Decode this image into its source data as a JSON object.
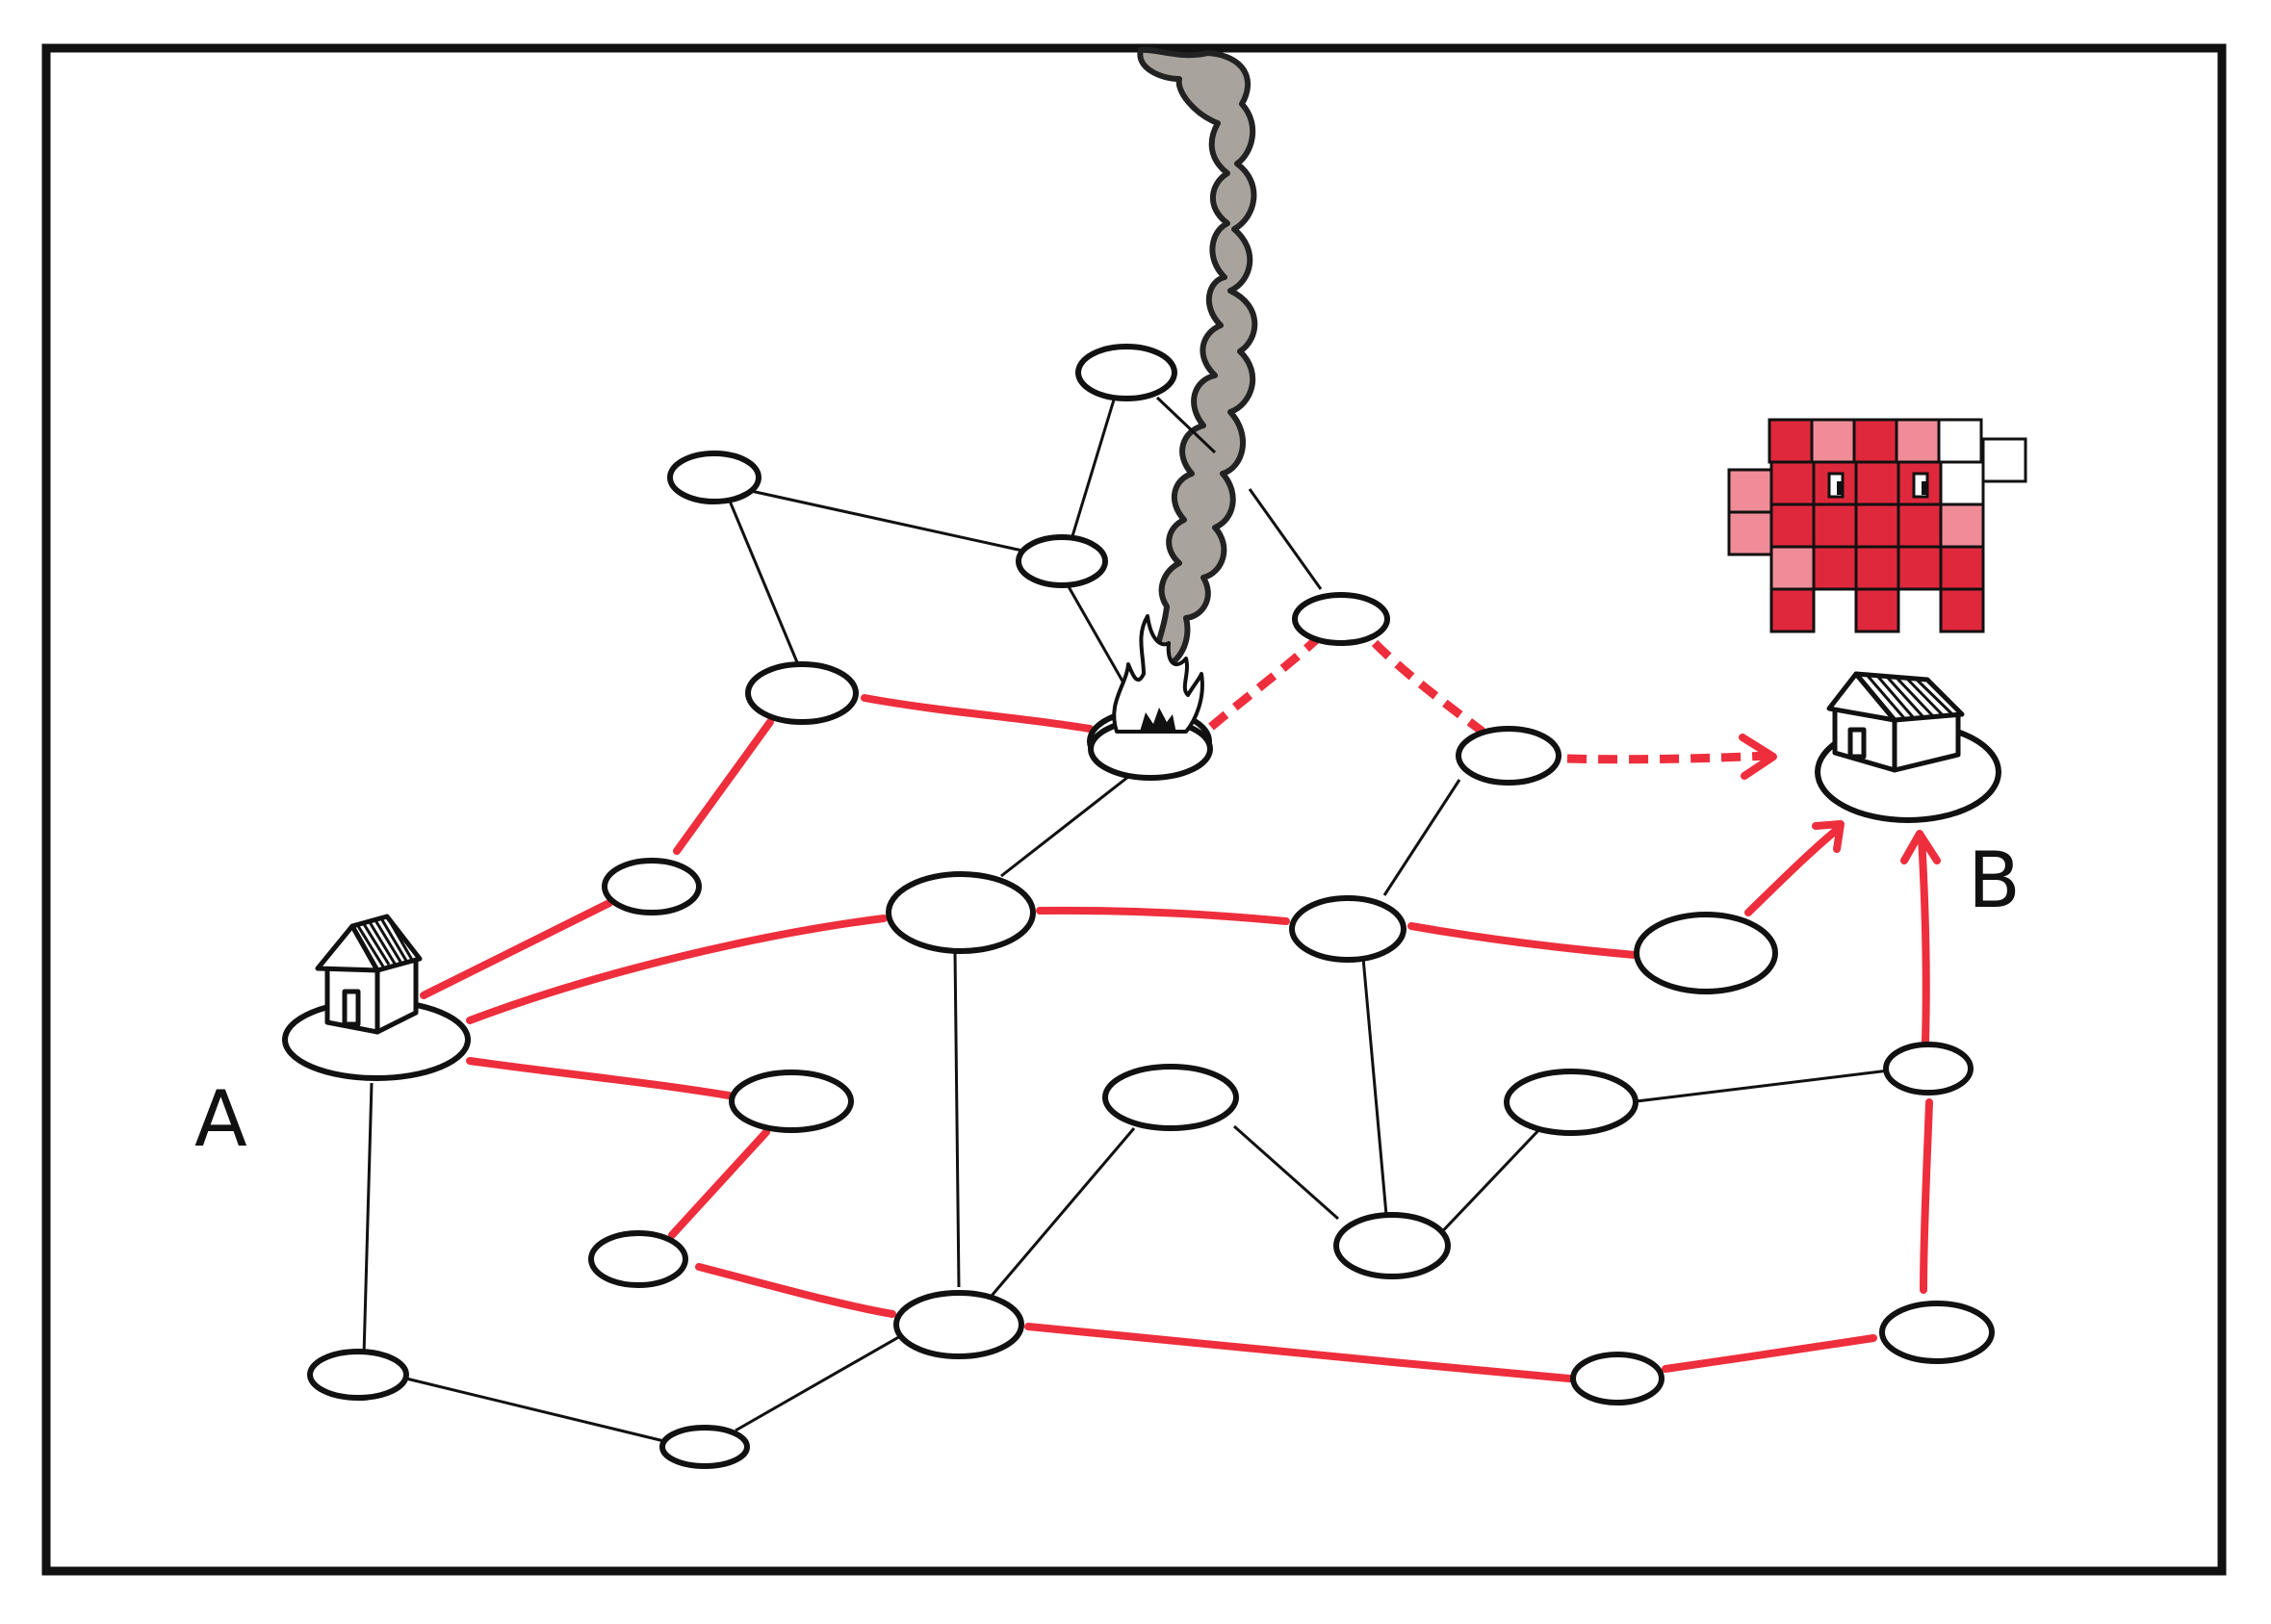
{
  "labels": {
    "start": "A",
    "end": "B"
  },
  "colors": {
    "route": "#ee2e3c",
    "link": "#111111",
    "smoke": "#a9a39d",
    "node_fill": "#ffffff",
    "monster_dark": "#e0283c",
    "monster_light": "#f08c98"
  },
  "icons": [
    "house-icon",
    "fire-icon",
    "smoke-plume",
    "pixel-monster-icon",
    "arrow-icon"
  ]
}
